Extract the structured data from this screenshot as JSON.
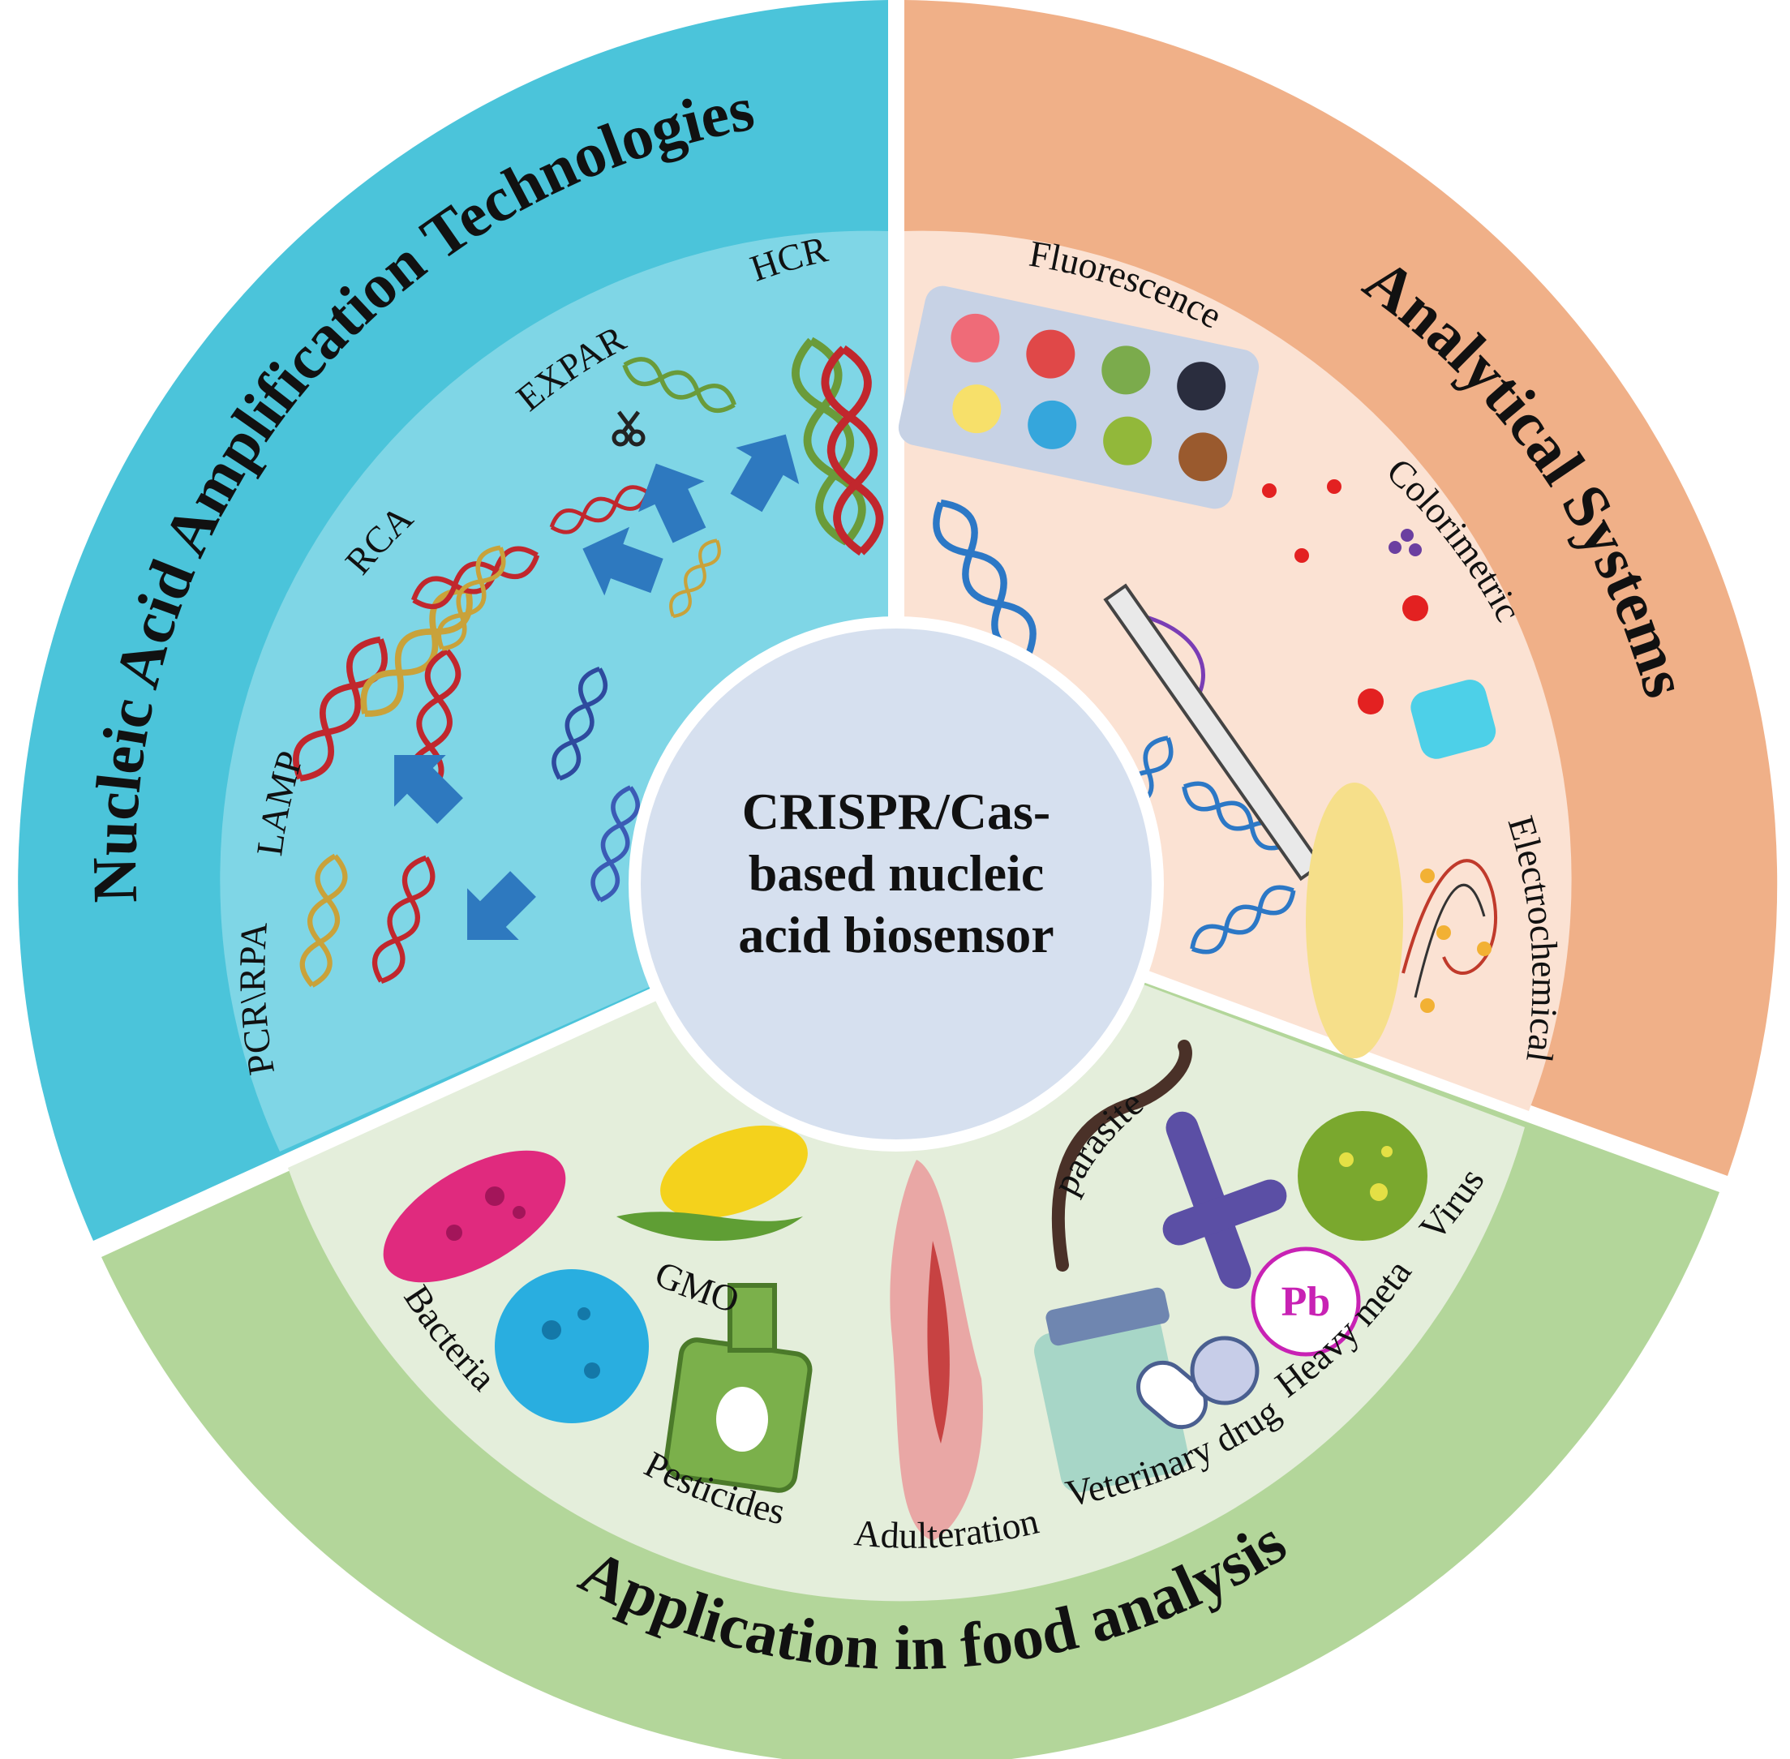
{
  "center": {
    "lines": [
      "CRISPR/Cas-",
      "based nucleic",
      "acid biosensor"
    ]
  },
  "sectors": {
    "amplification": {
      "title": "Nucleic Acid Amplification Technologies",
      "outer_color": "#4bc4da",
      "inner_color": "#7fd6e6",
      "labels": {
        "pcr": "PCR\\RPA",
        "lamp": "LAMP",
        "rca": "RCA",
        "expar": "EXPAR",
        "hcr": "HCR"
      }
    },
    "analytical": {
      "title": "Analytical Systems",
      "outer_color": "#f0b088",
      "inner_color": "#fbe2d3",
      "labels": {
        "fluorescence": "Fluorescence",
        "colorimetric": "Colorimetric",
        "electrochemical": "Electrochemical"
      }
    },
    "application": {
      "title": "Application in food analysis",
      "outer_color": "#b3d69a",
      "inner_color": "#e4eedb",
      "labels": {
        "bacteria": "Bacteria",
        "gmo": "GMO",
        "pesticides": "Pesticides",
        "adulteration": "Adulteration",
        "veterinary_drugs": "Veterinary drugs",
        "heavy_metal": "Heavy metal",
        "virus": "Virus",
        "parasite": "parasite",
        "pb": "Pb"
      }
    }
  },
  "icons": [
    "dna-helix-icon",
    "scissors-icon",
    "arrow-icon",
    "fluorescence-plate-icon",
    "lateral-flow-strip-icon",
    "electrode-icon",
    "bacteria-icon",
    "virus-icon",
    "corn-icon",
    "spray-bottle-icon",
    "meat-icon",
    "parasite-icon",
    "chromosome-icon",
    "pill-bottle-icon",
    "heavy-metal-icon"
  ]
}
